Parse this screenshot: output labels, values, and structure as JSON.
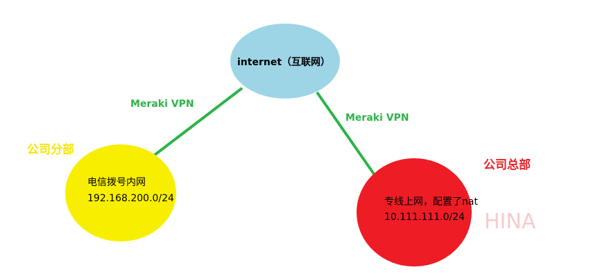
{
  "colors": {
    "internet_fill": "#9dd5e6",
    "branch_fill": "#f8ef00",
    "hq_fill": "#ee1c25",
    "link": "#2db34a",
    "vpn_text": "#2db34a",
    "branch_title": "#f7e600",
    "hq_title": "#e8232a",
    "watermark": "#f4a0a0"
  },
  "internet": {
    "label": "internet（互联网）"
  },
  "links": [
    {
      "label": "Meraki VPN"
    },
    {
      "label": "Meraki VPN"
    }
  ],
  "branch": {
    "title": "公司分部",
    "line1": "电信拨号内网",
    "line2": "192.168.200.0/24"
  },
  "hq": {
    "title": "公司总部",
    "line1": "专线上网，配置了nat",
    "line2": "10.111.111.0/24"
  },
  "watermark": "HINA"
}
